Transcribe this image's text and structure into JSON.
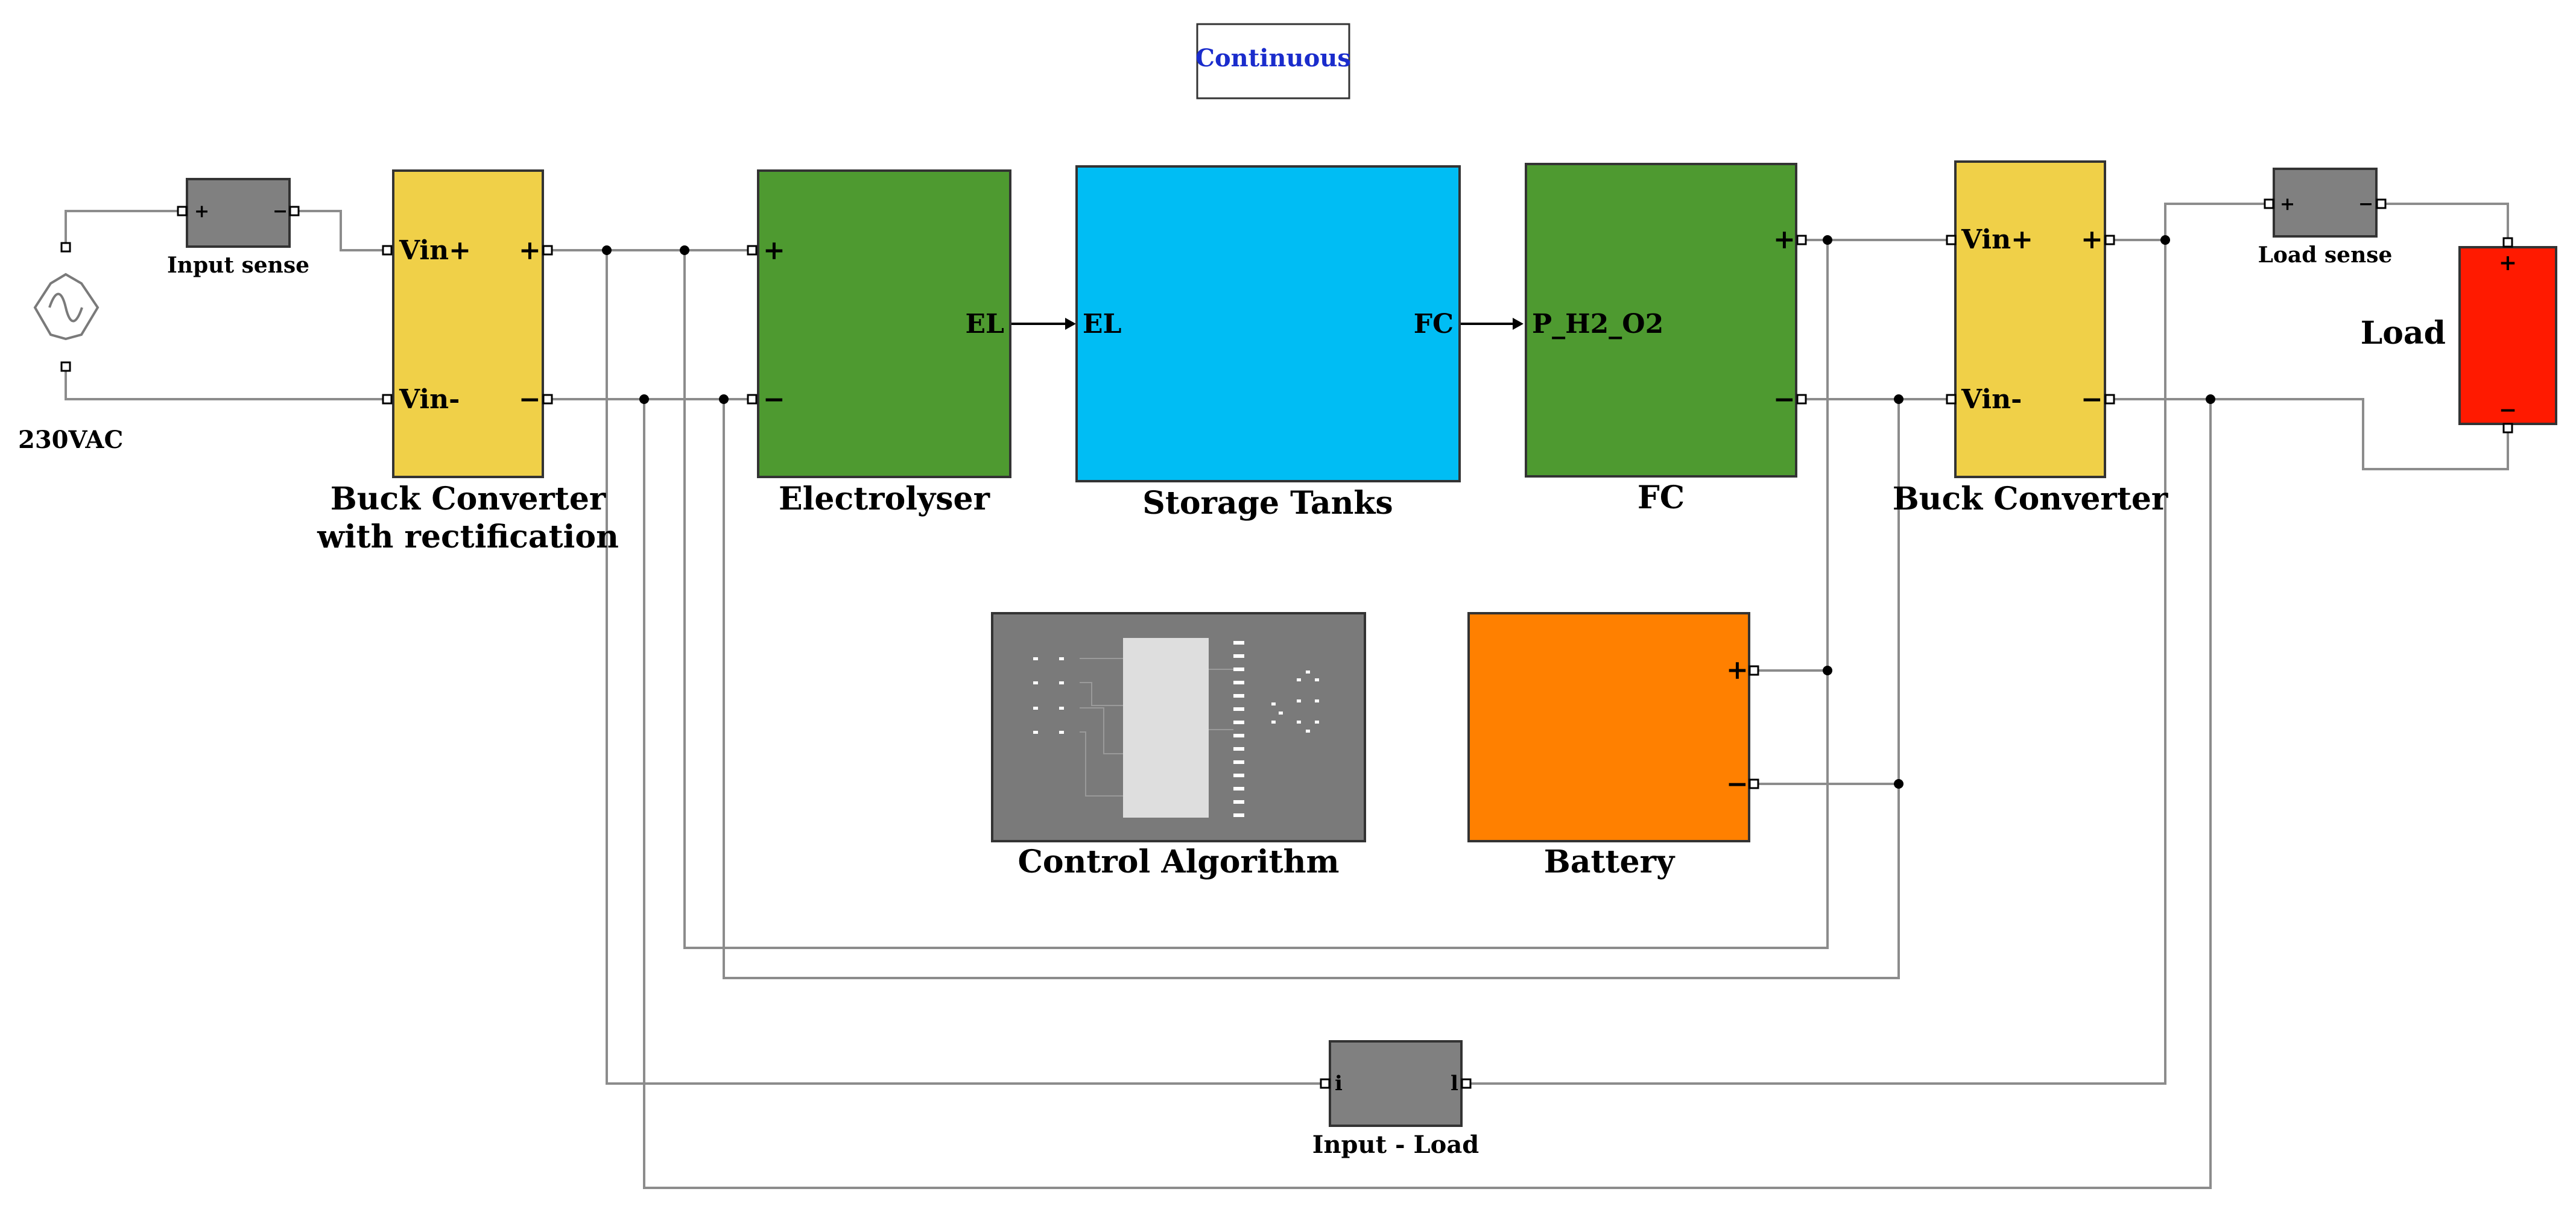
{
  "solver_label": "Continuous",
  "source": {
    "label": "230VAC"
  },
  "input_sense": {
    "label": "Input sense",
    "plus": "+",
    "minus": "−"
  },
  "buck_in": {
    "title_line1": "Buck Converter",
    "title_line2": "with rectification",
    "vin_plus": "Vin+",
    "vin_minus": "Vin-",
    "out_plus": "+",
    "out_minus": "−"
  },
  "electrolyser": {
    "title": "Electrolyser",
    "plus": "+",
    "minus": "−",
    "out": "EL"
  },
  "storage": {
    "title": "Storage Tanks",
    "in": "EL",
    "out": "FC"
  },
  "fc": {
    "title": "FC",
    "in": "P_H2_O2",
    "plus": "+",
    "minus": "−"
  },
  "buck_out": {
    "title": "Buck Converter",
    "vin_plus": "Vin+",
    "vin_minus": "Vin-",
    "out_plus": "+",
    "out_minus": "−"
  },
  "load_sense": {
    "label": "Load sense",
    "plus": "+",
    "minus": "−"
  },
  "load": {
    "label": "Load",
    "plus": "+",
    "minus": "−"
  },
  "control": {
    "title": "Control Algorithm"
  },
  "battery": {
    "title": "Battery",
    "plus": "+",
    "minus": "−"
  },
  "input_load": {
    "title": "Input - Load",
    "in": "i",
    "out": "l"
  },
  "colors": {
    "buck": "#f0d048",
    "electrolyser": "#4e9a30",
    "storage": "#00bdf4",
    "fc": "#4e9a30",
    "battery": "#ff8000",
    "load": "#ff1a00",
    "sensor": "#808080",
    "control": "#7a7a7a",
    "solver_text": "#1a2ccc"
  }
}
